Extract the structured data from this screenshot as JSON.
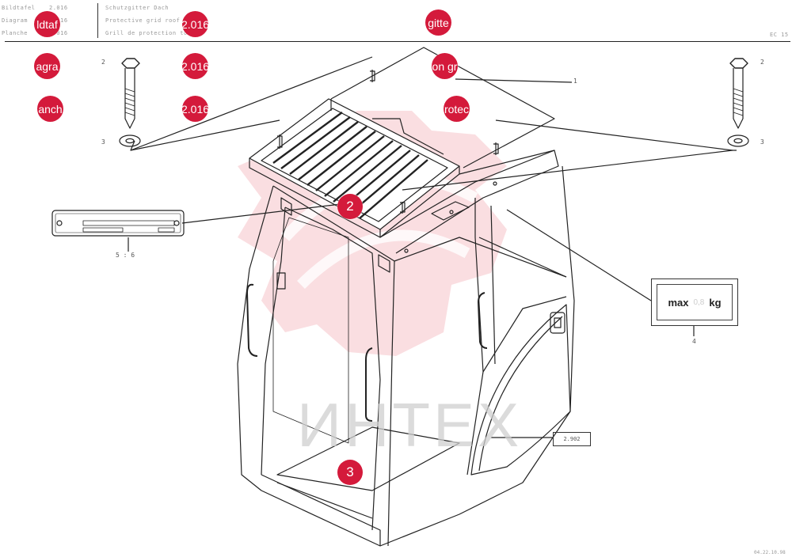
{
  "header": {
    "row_labels": [
      "Bildtafel",
      "Diagram",
      "Planche"
    ],
    "row_numbers": [
      "2.016",
      "2.016",
      "2.016"
    ],
    "titles": [
      "Schutzgitter Dach",
      "Protective grid roof",
      "Grill de protection toit"
    ],
    "right_code": "EC 15",
    "footer_date": "04.22.10.98"
  },
  "markers": {
    "col1": [
      "ldtaf",
      "agra",
      "anch"
    ],
    "col2": [
      "2.016",
      "2.016",
      "2.016"
    ],
    "col3": [
      "gitte",
      "on gr",
      "rotec"
    ],
    "two": "2",
    "three": "3"
  },
  "part_numbers": {
    "p1": "1",
    "p2_left": "2",
    "p3_left": "3",
    "p2_right": "2",
    "p3_right": "3",
    "p4": "4",
    "p56": "5 : 6"
  },
  "labels": {
    "max": "max",
    "kg": "kg",
    "max_faint": "0,8",
    "part_box": "2.902"
  },
  "watermark": "ИНТЕХ",
  "colors": {
    "accent": "#d41a3b",
    "watermark": "#f0a0a8",
    "line": "#222222"
  }
}
